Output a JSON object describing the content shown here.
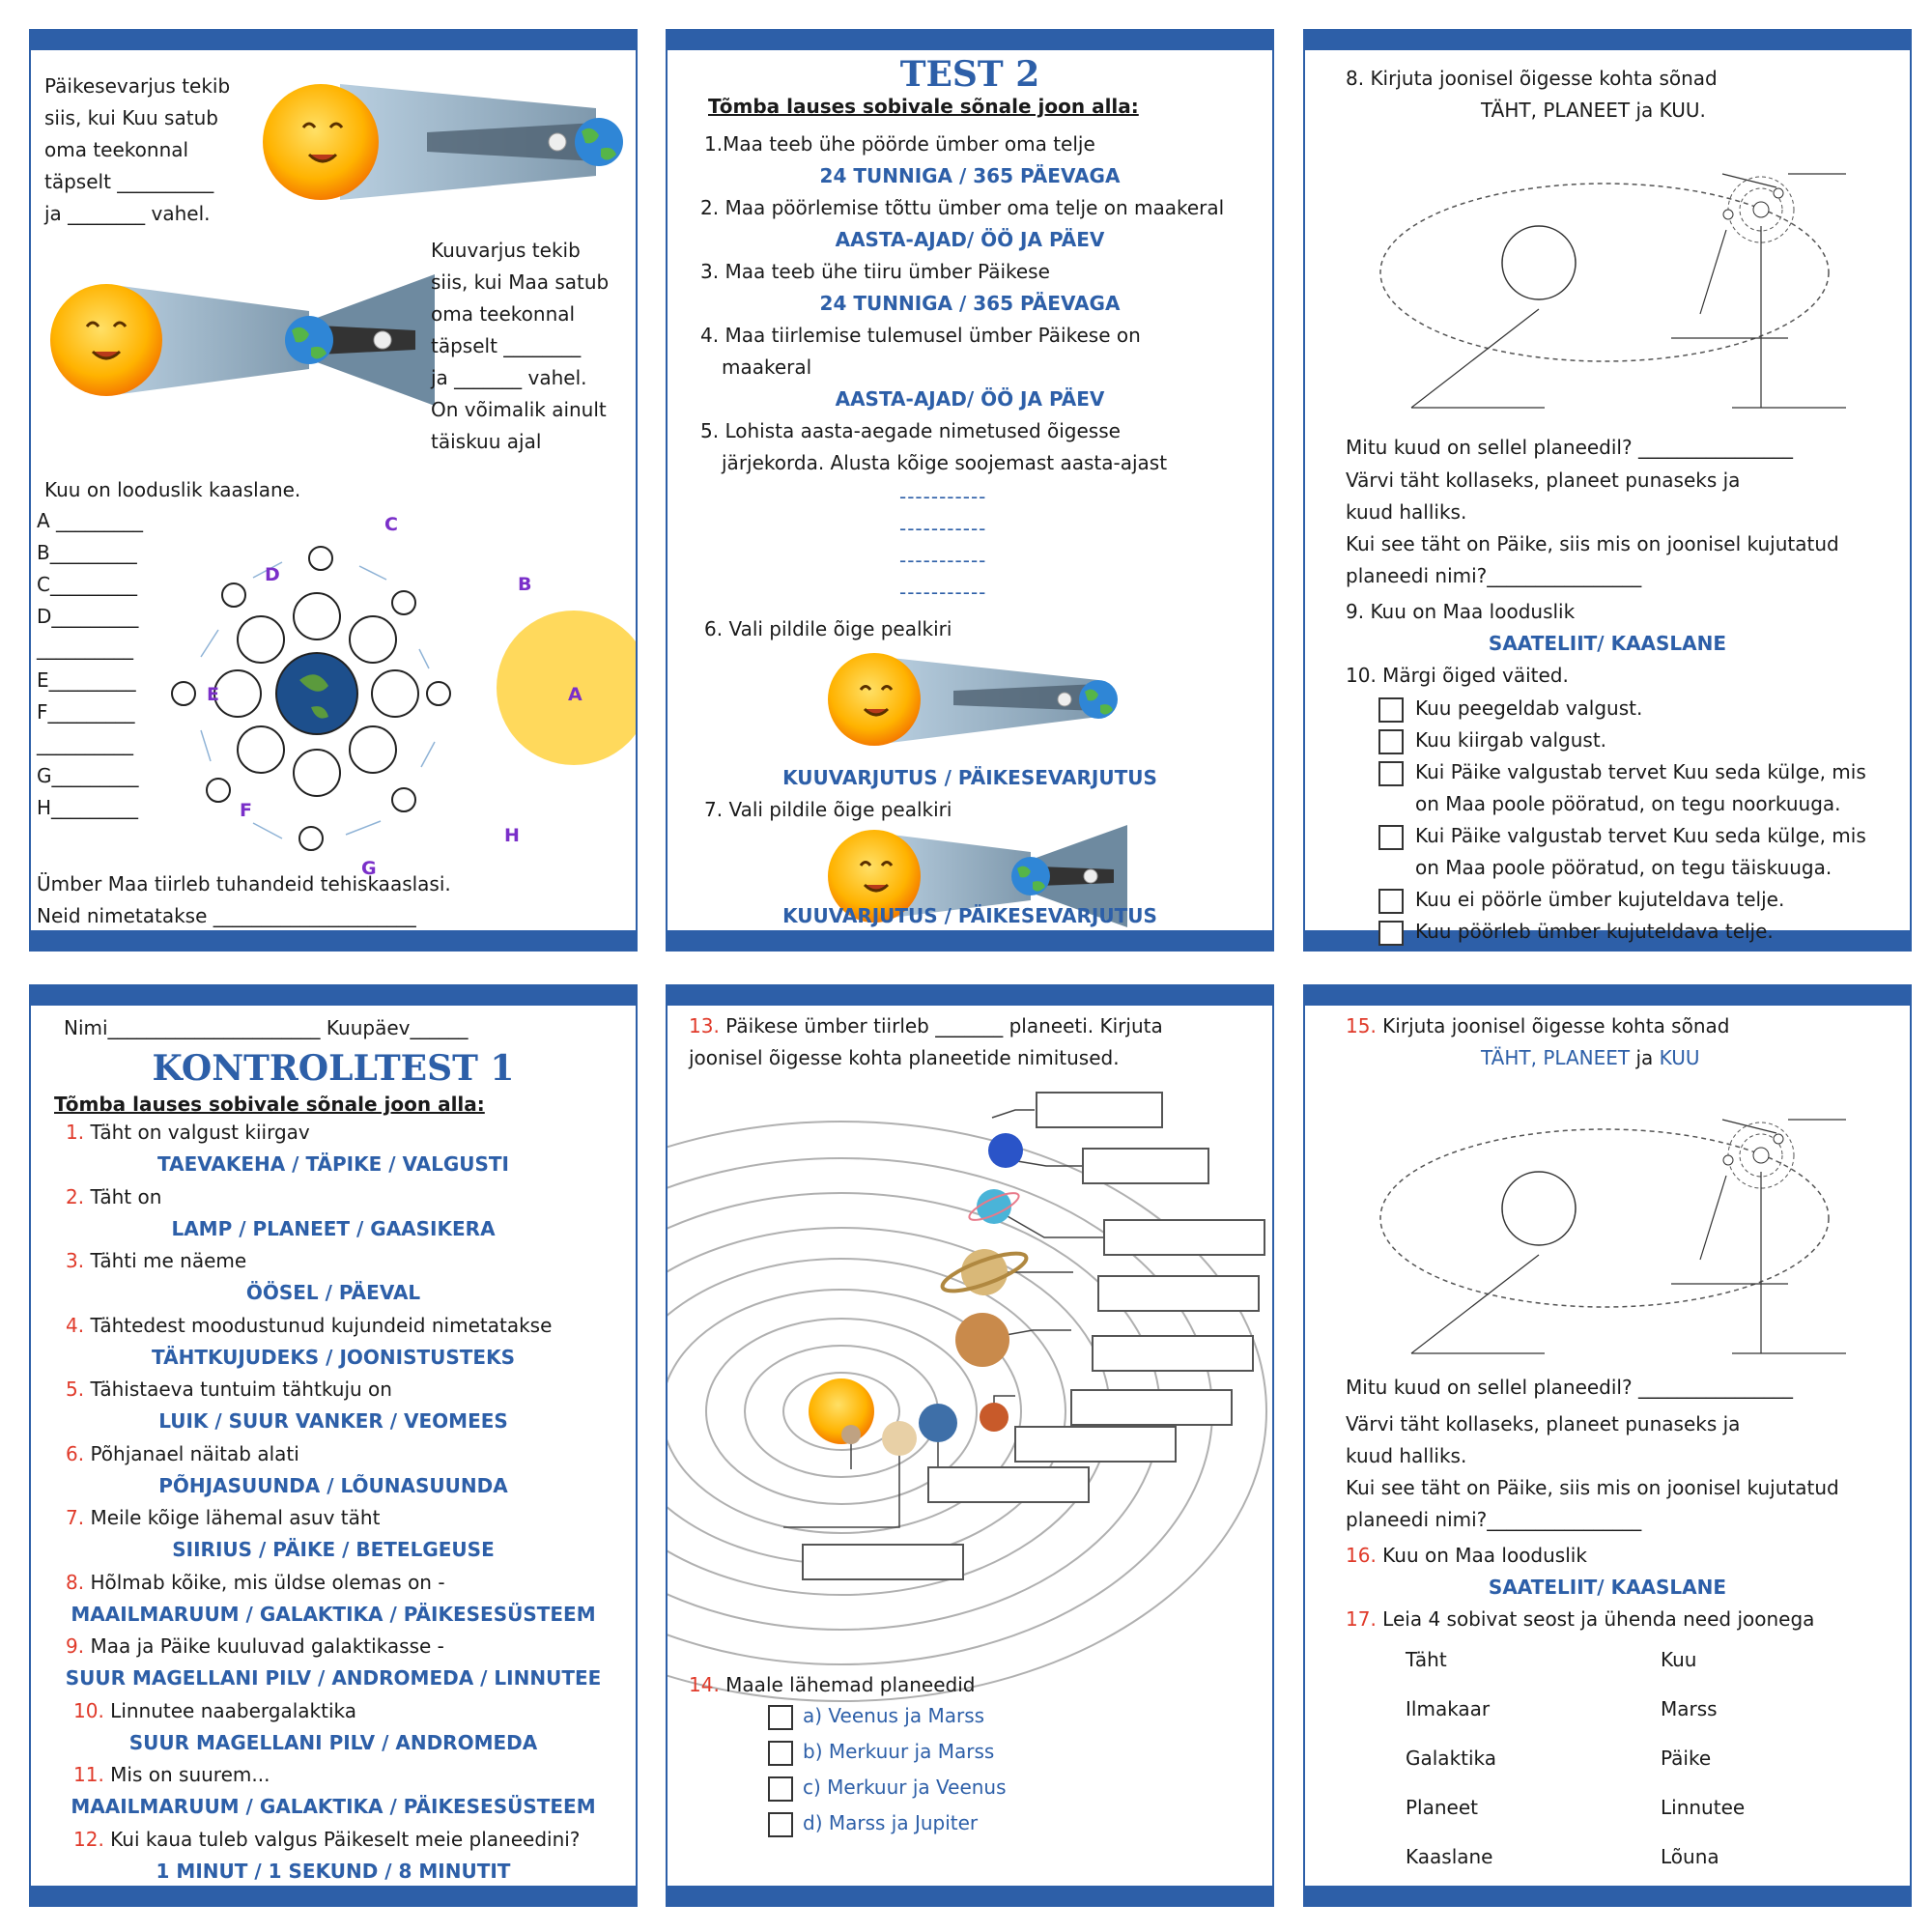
{
  "p1": {
    "solar_lines": [
      "Päikesevarjus tekib",
      "siis, kui Kuu satub",
      "oma teekonnal",
      "täpselt __________",
      "ja ________ vahel."
    ],
    "lunar_lines": [
      "Kuuvarjus tekib",
      "siis, kui Maa satub",
      "oma teekonnal",
      "täpselt ________",
      "ja _______ vahel.",
      "On võimalik ainult",
      "täiskuu ajal"
    ],
    "moon_intro": "Kuu on looduslik kaaslane.",
    "phase_blanks": [
      "A _________",
      "B_________",
      "C_________",
      "D_________",
      "__________",
      "E_________",
      "F_________",
      "__________",
      "G_________",
      "H_________"
    ],
    "orbit_labels": [
      "A",
      "B",
      "C",
      "D",
      "E",
      "F",
      "G",
      "H"
    ],
    "sat_line1": "Ümber Maa tiirleb tuhandeid tehiskaaslasi.",
    "sat_line2": "Neid nimetatakse _____________________"
  },
  "p2": {
    "title": "TEST 2",
    "subtitle": "Tõmba lauses sobivale sõnale joon alla:",
    "q1": "1.Maa teeb ühe pöörde ümber oma telje",
    "a1": "24 TUNNIGA / 365 PÄEVAGA",
    "q2": "2. Maa pöörlemise tõttu ümber oma telje on maakeral",
    "a2": "AASTA-AJAD/ ÖÖ JA PÄEV",
    "q3": "3. Maa teeb ühe tiiru ümber Päikese",
    "a3": "24 TUNNIGA / 365 PÄEVAGA",
    "q4a": "4. Maa tiirlemise tulemusel ümber Päikese on",
    "q4b": "maakeral",
    "a4": "AASTA-AJAD/ ÖÖ JA PÄEV",
    "q5a": "5. Lohista aasta-aegade nimetused õigesse",
    "q5b": "järjekorda. Alusta kõige soojemast aasta-ajast",
    "season_slots": [
      "-----------",
      "-----------",
      "-----------",
      "-----------"
    ],
    "q6": "6. Vali pildile õige pealkiri",
    "a6": "KUUVARJUTUS / PÄIKESEVARJUTUS",
    "q7": "7. Vali pildile õige pealkiri",
    "a7": "KUUVARJUTUS / PÄIKESEVARJUTUS"
  },
  "p3": {
    "q8a": "8. Kirjuta joonisel õigesse kohta sõnad",
    "q8b": "TÄHT, PLANEET ja KUU.",
    "moons_q": "Mitu kuud on sellel planeedil? ________________",
    "color1": "Värvi täht kollaseks, planeet punaseks ja",
    "color2": "kuud halliks.",
    "name1": "Kui see täht on Päike, siis mis on joonisel kujutatud",
    "name2": "planeedi nimi?________________",
    "q9": "9. Kuu on Maa looduslik",
    "a9": "SAATELIIT/ KAASLANE",
    "q10": "10. Märgi õiged väited.",
    "statements": [
      [
        "Kuu peegeldab valgust."
      ],
      [
        "Kuu kiirgab valgust."
      ],
      [
        "Kui Päike valgustab tervet Kuu seda külge, mis",
        "on Maa poole pööratud, on tegu noorkuuga."
      ],
      [
        "Kui Päike valgustab tervet Kuu seda külge, mis",
        "on Maa poole pööratud, on tegu täiskuuga."
      ],
      [
        "Kuu ei pöörle ümber kujuteldava telje."
      ],
      [
        "Kuu pöörleb ümber kujuteldava telje."
      ]
    ]
  },
  "p4": {
    "header": "Nimi______________________ Kuupäev______",
    "title": "KONTROLLTEST 1",
    "subtitle": "Tõmba lauses sobivale sõnale joon alla:",
    "items": [
      {
        "n": "1.",
        "q": "Täht on valgust kiirgav",
        "a": "TAEVAKEHA / TÄPIKE / VALGUSTI"
      },
      {
        "n": "2.",
        "q": "Täht on",
        "a": "LAMP / PLANEET / GAASIKERA"
      },
      {
        "n": "3.",
        "q": "Tähti me näeme",
        "a": "ÖÖSEL / PÄEVAL"
      },
      {
        "n": "4.",
        "q": "Tähtedest moodustunud kujundeid nimetatakse",
        "a": "TÄHTKUJUDEKS / JOONISTUSTEKS"
      },
      {
        "n": "5.",
        "q": "Tähistaeva tuntuim tähtkuju on",
        "a": "LUIK / SUUR VANKER / VEOMEES"
      },
      {
        "n": "6.",
        "q": "Põhjanael näitab alati",
        "a": "PÕHJASUUNDA / LÕUNASUUNDA"
      },
      {
        "n": "7.",
        "q": "Meile kõige lähemal asuv täht",
        "a": "SIIRIUS / PÄIKE / BETELGEUSE"
      },
      {
        "n": "8.",
        "q": "Hõlmab kõike, mis üldse olemas on -",
        "a": "MAAILMARUUM / GALAKTIKA / PÄIKESESÜSTEEM"
      },
      {
        "n": "9.",
        "q": "Maa ja Päike kuuluvad galaktikasse -",
        "a": "SUUR MAGELLANI PILV / ANDROMEDA / LINNUTEE"
      },
      {
        "n": "10.",
        "q": "Linnutee naabergalaktika",
        "a": "SUUR MAGELLANI PILV / ANDROMEDA"
      },
      {
        "n": "11.",
        "q": "Mis on suurem...",
        "a": "MAAILMARUUM / GALAKTIKA / PÄIKESESÜSTEEM"
      },
      {
        "n": "12.",
        "q": "Kui kaua tuleb valgus Päikeselt meie planeedini?",
        "a": "1 MINUT / 1 SEKUND / 8 MINUTIT"
      }
    ]
  },
  "p5": {
    "q13_num": "13.",
    "q13a": "Päikese ümber tiirleb _______ planeeti.  Kirjuta",
    "q13b": "joonisel õigesse kohta planeetide nimitused.",
    "q14_num": "14.",
    "q14": "Maale lähemad planeedid",
    "options": [
      "a) Veenus ja Marss",
      "b) Merkuur ja Marss",
      "c) Merkuur ja Veenus",
      "d) Marss ja Jupiter"
    ]
  },
  "p6": {
    "q15_num": "15.",
    "q15a": "Kirjuta joonisel õigesse kohta sõnad",
    "q15_w1": "TÄHT, PLANEET",
    "q15_ja": "ja",
    "q15_w2": "KUU",
    "moons_q": "Mitu kuud on sellel planeedil? ________________",
    "color1": "Värvi täht kollaseks, planeet punaseks ja",
    "color2": "kuud halliks.",
    "name1": "Kui see täht on Päike, siis mis on joonisel kujutatud",
    "name2": "planeedi nimi?________________",
    "q16_num": "16.",
    "q16": "Kuu on Maa looduslik",
    "a16": "SAATELIIT/ KAASLANE",
    "q17_num": "17.",
    "q17": "Leia 4 sobivat seost ja ühenda need joonega",
    "left": [
      "Täht",
      "Ilmakaar",
      "Galaktika",
      "Planeet",
      "Kaaslane"
    ],
    "right": [
      "Kuu",
      "Marss",
      "Päike",
      "Linnutee",
      "Lõuna"
    ]
  }
}
